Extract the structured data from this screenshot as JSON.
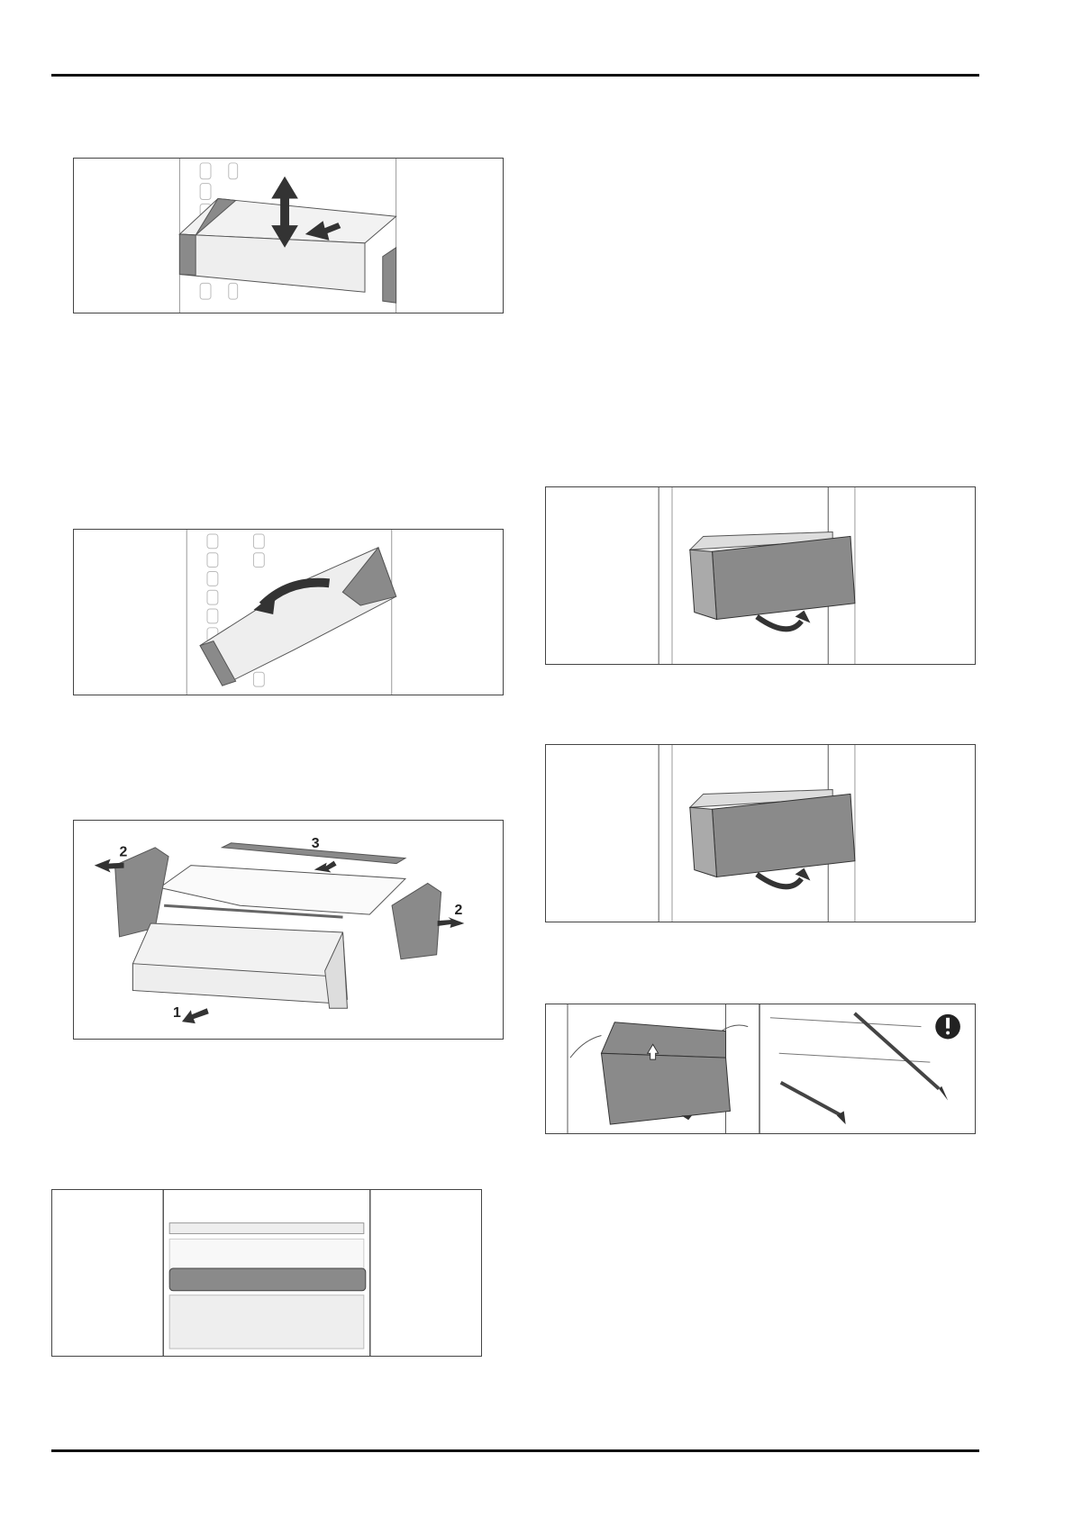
{
  "page": {
    "figures": [
      {
        "id": "fig-shelf-adjust",
        "content": "shelf-height-adjust-illustration"
      },
      {
        "id": "fig-shelf-tilt",
        "content": "shelf-tilt-remove-illustration"
      },
      {
        "id": "fig-crisper-disassembly",
        "content": "crisper-drawer-disassembly-illustration",
        "step_labels": {
          "drawer": "1",
          "side_left": "2",
          "side_right": "2",
          "rail": "3"
        }
      },
      {
        "id": "fig-drawer-front-open",
        "content": "drawer-open-lift-illustration"
      },
      {
        "id": "fig-drawer-front-close",
        "content": "drawer-close-lift-illustration"
      },
      {
        "id": "fig-drawer-rails",
        "content": "drawer-rail-removal-illustration",
        "warning_icon": "exclamation-icon"
      },
      {
        "id": "fig-fridge-interior",
        "content": "fridge-interior-shelf-illustration"
      }
    ]
  },
  "colors": {
    "rule": "#111111",
    "part_dark": "#8a8a8a",
    "part_light": "#eeeeee",
    "arrow": "#333333"
  }
}
